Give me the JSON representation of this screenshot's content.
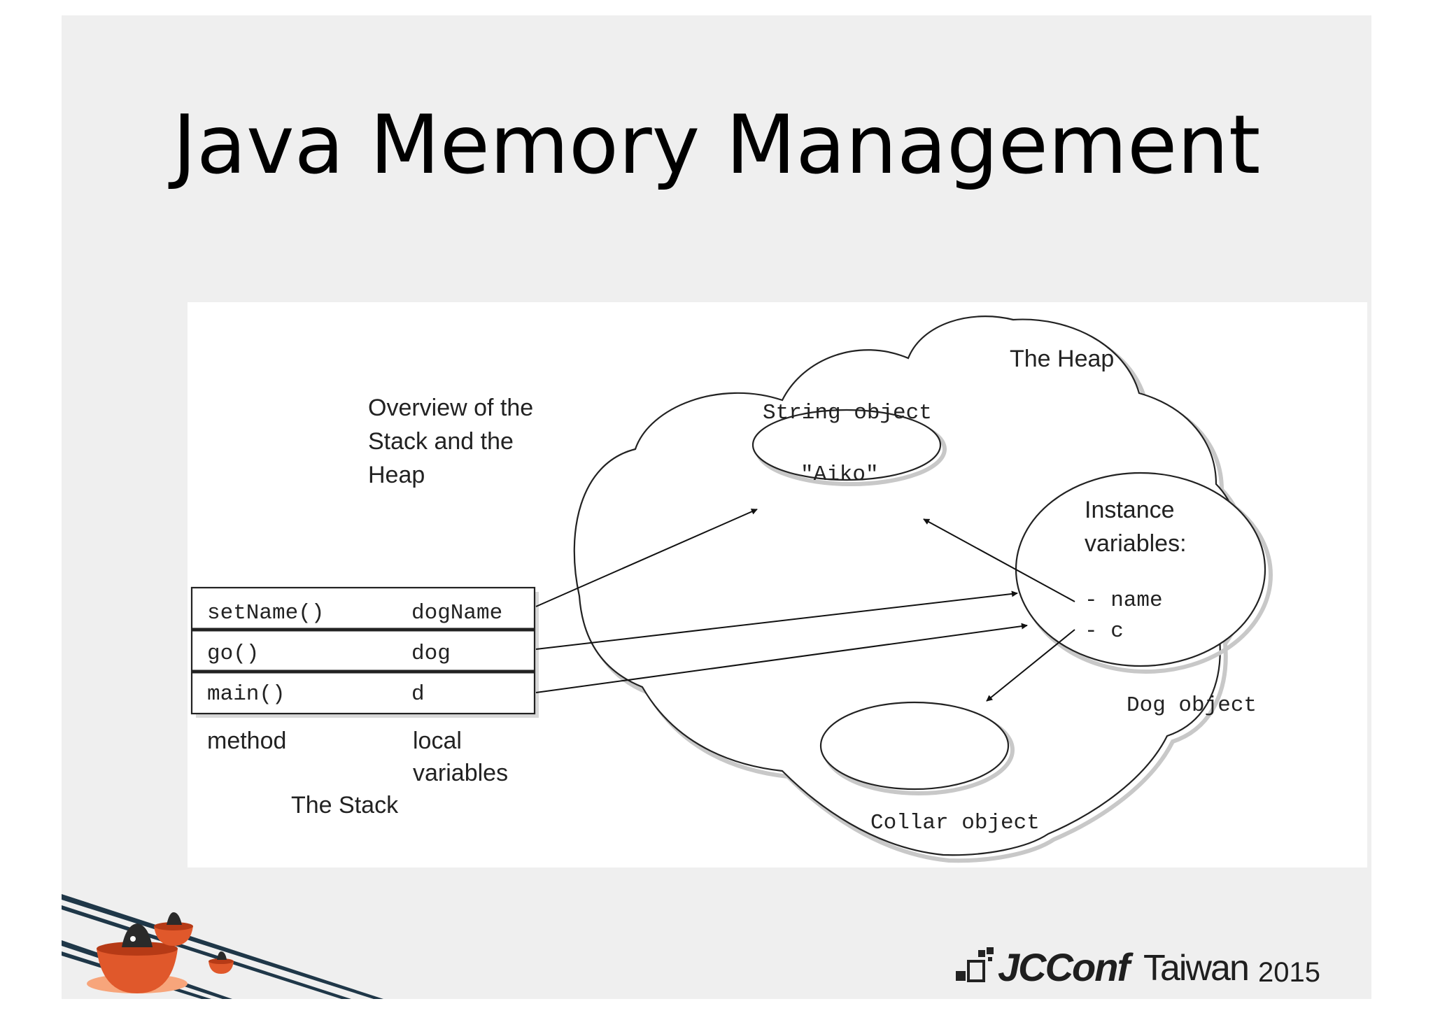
{
  "slide": {
    "title": "Java Memory Management"
  },
  "diagram": {
    "overview_lines": [
      "Overview of the",
      "Stack and the",
      "Heap"
    ],
    "stack": {
      "title": "The Stack",
      "column_labels": {
        "method": "method",
        "local_lines": [
          "local",
          "variables"
        ]
      },
      "frames": [
        {
          "method": "setName()",
          "variable": "dogName"
        },
        {
          "method": "go()",
          "variable": "dog"
        },
        {
          "method": "main()",
          "variable": "d"
        }
      ]
    },
    "heap": {
      "title": "The Heap",
      "string_object_label": "String object",
      "string_value": "\"Aiko\"",
      "dog_object_label": "Dog object",
      "instance_lines": [
        "Instance",
        "variables:"
      ],
      "fields": [
        "- name",
        "- c"
      ],
      "collar_object_label": "Collar object"
    }
  },
  "footer": {
    "brand_name": "JCConf",
    "brand_place": "Taiwan",
    "brand_year": "2015"
  }
}
